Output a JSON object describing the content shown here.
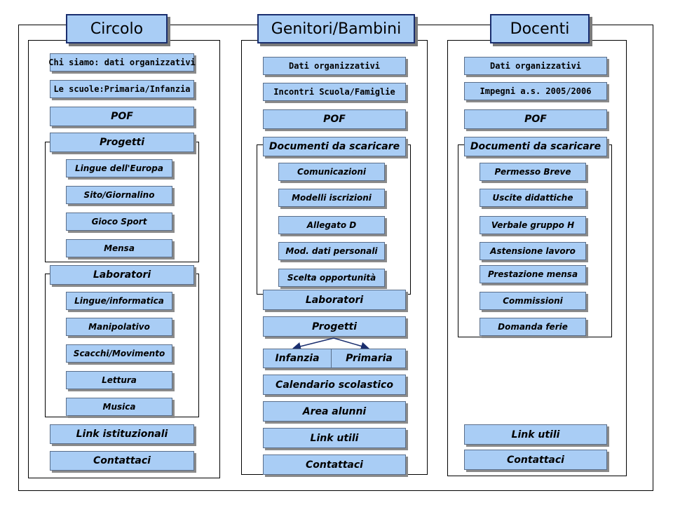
{
  "columns": {
    "circolo": {
      "title": "Circolo",
      "items": {
        "chi_siamo": "Chi siamo: dati organizzativi",
        "scuole": "Le scuole:Primaria/Infanzia",
        "pof": "POF",
        "progetti": "Progetti",
        "progetti_sub": [
          "Lingue dell'Europa",
          "Sito/Giornalino",
          "Gioco Sport",
          "Mensa"
        ],
        "laboratori": "Laboratori",
        "laboratori_sub": [
          "Lingue/informatica",
          "Manipolativo",
          "Scacchi/Movimento",
          "Lettura",
          "Musica"
        ],
        "link_istituzionali": "Link istituzionali",
        "contattaci": "Contattaci"
      }
    },
    "genitori": {
      "title": "Genitori/Bambini",
      "items": {
        "dati_organizzativi": "Dati organizzativi",
        "incontri": "Incontri Scuola/Famiglie",
        "pof": "POF",
        "documenti": "Documenti da scaricare",
        "documenti_sub": [
          "Comunicazioni",
          "Modelli iscrizioni",
          "Allegato D",
          "Mod. dati personali",
          "Scelta opportunità"
        ],
        "laboratori": "Laboratori",
        "progetti": "Progetti",
        "infanzia": "Infanzia",
        "primaria": "Primaria",
        "calendario": "Calendario scolastico",
        "area_alunni": "Area alunni",
        "link_utili": "Link utili",
        "contattaci": "Contattaci"
      }
    },
    "docenti": {
      "title": "Docenti",
      "items": {
        "dati_organizzativi": "Dati organizzativi",
        "impegni": "Impegni a.s. 2005/2006",
        "pof": "POF",
        "documenti": "Documenti da scaricare",
        "documenti_sub": [
          "Permesso Breve",
          "Uscite didattiche",
          "Verbale gruppo H",
          "Astensione lavoro",
          "Prestazione mensa",
          "Commissioni",
          "Domanda ferie"
        ],
        "link_utili": "Link utili",
        "contattaci": "Contattaci"
      }
    }
  },
  "colors": {
    "box_fill": "#a9cdf5",
    "box_border": "#5a6e8a",
    "header_border": "#1a2e6e",
    "shadow": "#8a8a8a"
  }
}
